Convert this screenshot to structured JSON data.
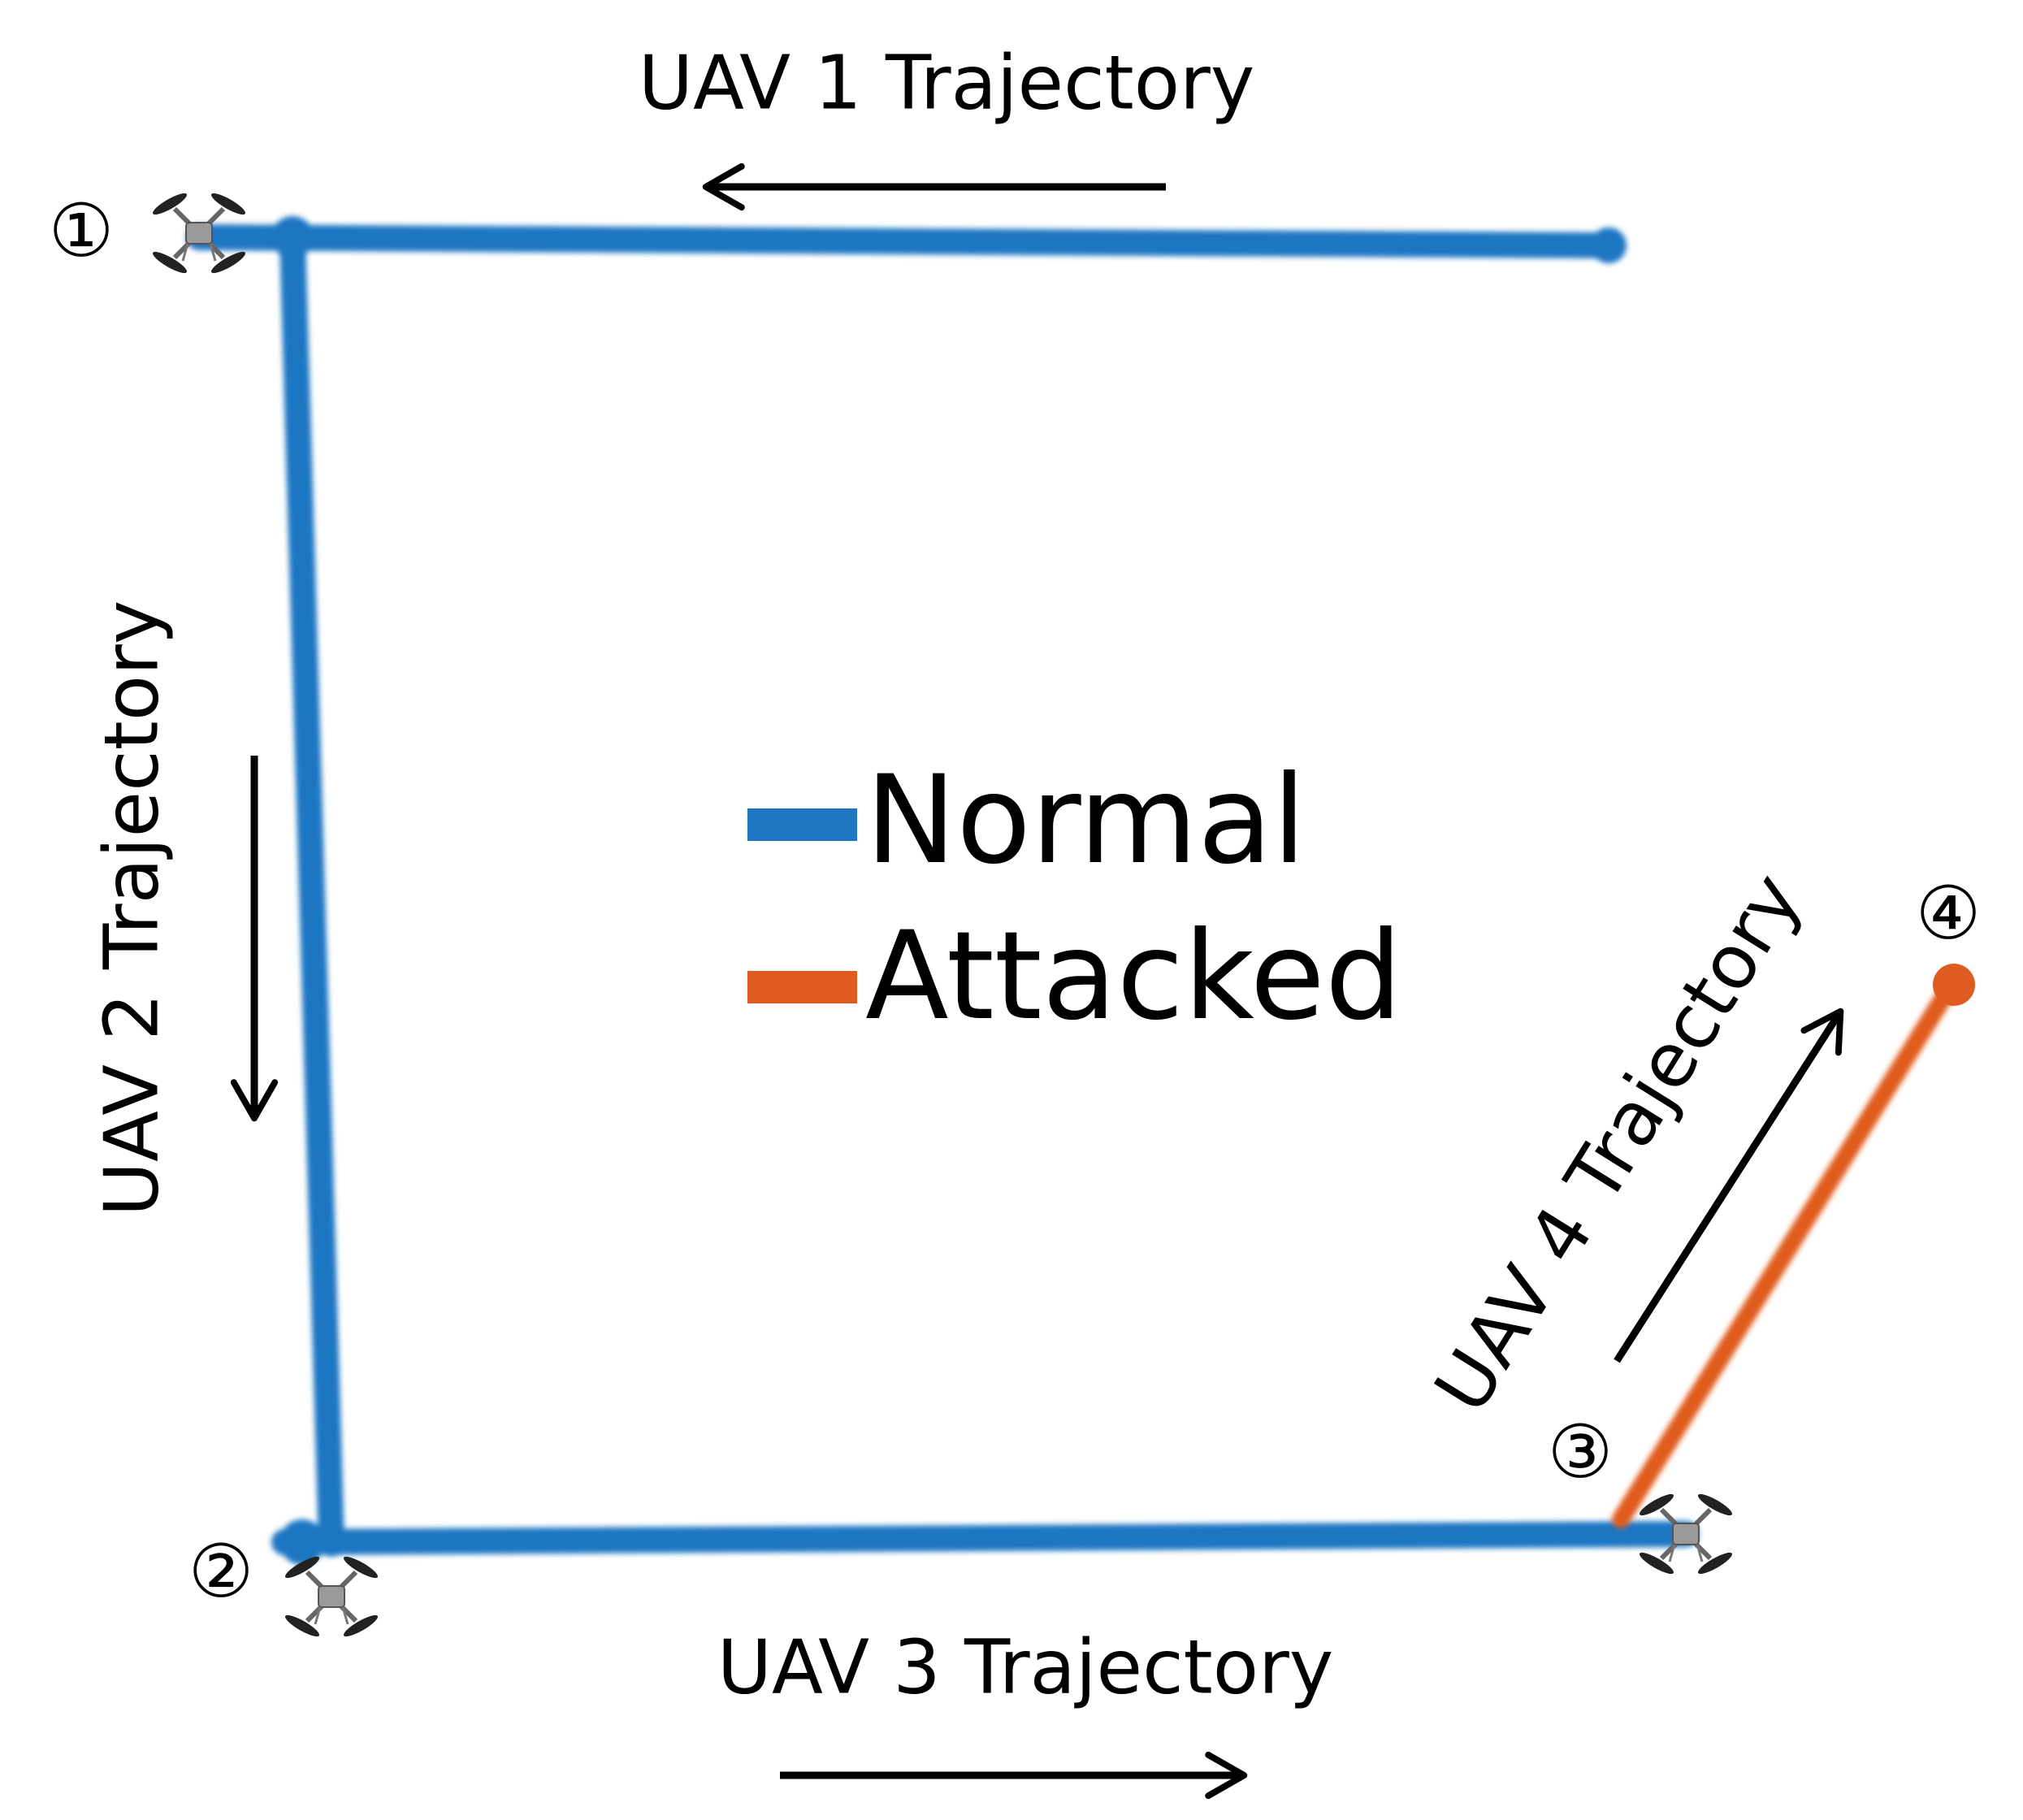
{
  "labels": {
    "uav1": "UAV 1 Trajectory",
    "uav2": "UAV 2 Trajectory",
    "uav3": "UAV 3 Trajectory",
    "uav4": "UAV 4 Trajectory"
  },
  "waypoints": {
    "p1": "①",
    "p2": "②",
    "p3": "③",
    "p4": "④"
  },
  "legend": {
    "normal": "Normal",
    "attacked": "Attacked"
  },
  "colors": {
    "normal": "#1f76c2",
    "attacked": "#e05b1f",
    "arrow": "#000000",
    "text": "#000000"
  },
  "icons": {
    "drone": "quadcopter-icon"
  }
}
